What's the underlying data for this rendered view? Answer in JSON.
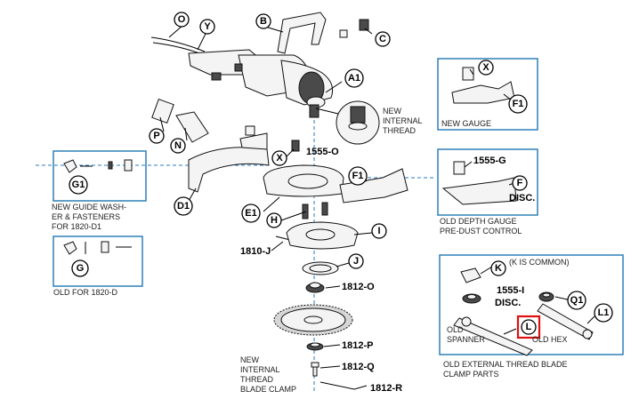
{
  "callouts": {
    "O": "O",
    "Y": "Y",
    "B": "B",
    "C": "C",
    "A1": "A1",
    "P": "P",
    "N": "N",
    "X": "X",
    "D1": "D1",
    "E1": "E1",
    "F1": "F1",
    "H": "H",
    "I": "I",
    "J": "J",
    "G1": "G1",
    "G": "G",
    "X2": "X",
    "F1b": "F1",
    "F": "F",
    "K": "K",
    "Q1": "Q1",
    "L": "L",
    "L1": "L1"
  },
  "part_numbers": {
    "p1555_O": "1555-O",
    "p1810_J": "1810-J",
    "p1812_O": "1812-O",
    "p1812_P": "1812-P",
    "p1812_Q": "1812-Q",
    "p1812_R": "1812-R",
    "p1555_G": "1555-G",
    "p1555_I": "1555-I",
    "disc1": "DISC.",
    "disc2": "DISC."
  },
  "captions": {
    "new_internal_thread_1": "NEW",
    "new_internal_thread_2": "INTERNAL",
    "new_internal_thread_3": "THREAD",
    "new_gauge": "NEW GAUGE",
    "old_depth_gauge_1": "OLD DEPTH GAUGE",
    "old_depth_gauge_2": "PRE-DUST CONTROL",
    "new_guide_1": "NEW GUIDE WASH-",
    "new_guide_2": "ER & FASTENERS",
    "new_guide_3": "FOR 1820-D1",
    "old_for_1820": "OLD FOR 1820-D",
    "k_common": "(K IS COMMON)",
    "old_spanner_1": "OLD",
    "old_spanner_2": "SPANNER",
    "old_hex": "OLD HEX",
    "old_ext_1": "OLD EXTERNAL THREAD BLADE",
    "old_ext_2": "CLAMP PARTS",
    "blade_clamp_1": "NEW",
    "blade_clamp_2": "INTERNAL",
    "blade_clamp_3": "THREAD",
    "blade_clamp_4": "BLADE CLAMP"
  },
  "colors": {
    "box_outline": "#1f78b4",
    "centerline": "#2a7bc0",
    "highlight": "#e01010"
  }
}
